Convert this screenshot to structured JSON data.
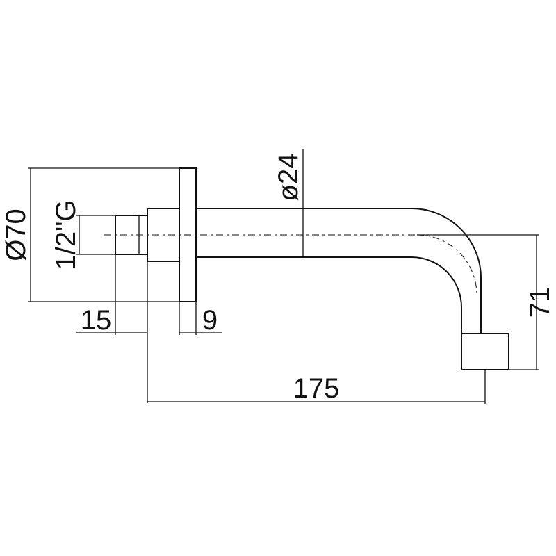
{
  "drawing": {
    "labels": {
      "flange_diameter": "Ø70",
      "thread": "1/2\"G",
      "pipe_diameter": "ø24",
      "thread_length": "15",
      "flange_thickness": "9",
      "reach": "175",
      "drop": "71"
    }
  }
}
